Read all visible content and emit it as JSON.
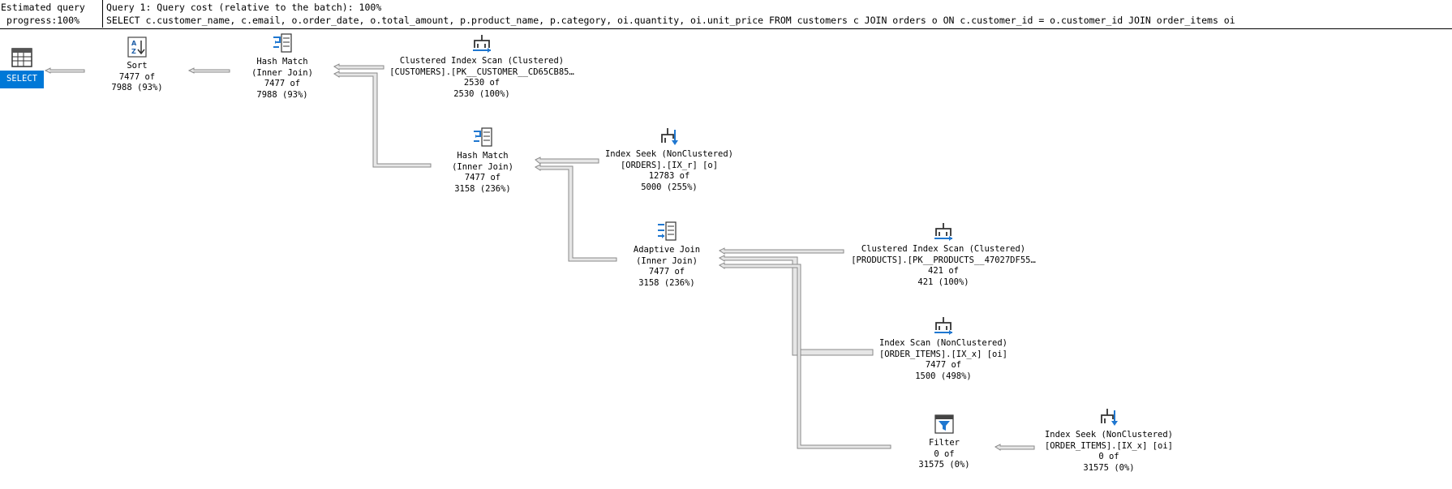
{
  "header": {
    "progress_line1": "Estimated query",
    "progress_line2": "progress:100%",
    "query_cost": "Query 1: Query cost (relative to the batch): 100%",
    "query_text": "SELECT c.customer_name, c.email, o.order_date, o.total_amount, p.product_name, p.category, oi.quantity, oi.unit_price FROM customers c JOIN orders o ON c.customer_id = o.customer_id JOIN order_items oi"
  },
  "colors": {
    "accent": "#0078d7",
    "connector_fill": "#e6e6e6",
    "connector_stroke": "#8a8a8a"
  },
  "nodes": {
    "select": {
      "label": "SELECT",
      "icon": "select-grid-icon"
    },
    "sort": {
      "line1": "Sort",
      "line2": "7477 of",
      "line3": "7988 (93%)",
      "icon": "sort-az-icon"
    },
    "hash_match_1": {
      "line1": "Hash Match",
      "line2": "(Inner Join)",
      "line3": "7477 of",
      "line4": "7988 (93%)",
      "icon": "hash-match-icon"
    },
    "clustered_scan_customers": {
      "line1": "Clustered Index Scan (Clustered)",
      "line2": "[CUSTOMERS].[PK__CUSTOMER__CD65CB85…",
      "line3": "2530 of",
      "line4": "2530 (100%)",
      "icon": "index-scan-icon"
    },
    "hash_match_2": {
      "line1": "Hash Match",
      "line2": "(Inner Join)",
      "line3": "7477 of",
      "line4": "3158 (236%)",
      "icon": "hash-match-icon"
    },
    "index_seek_orders": {
      "line1": "Index Seek (NonClustered)",
      "line2": "[ORDERS].[IX_r] [o]",
      "line3": "12783 of",
      "line4": "5000 (255%)",
      "icon": "index-seek-icon"
    },
    "adaptive_join": {
      "line1": "Adaptive Join",
      "line2": "(Inner Join)",
      "line3": "7477 of",
      "line4": "3158 (236%)",
      "icon": "adaptive-join-icon"
    },
    "clustered_scan_products": {
      "line1": "Clustered Index Scan (Clustered)",
      "line2": "[PRODUCTS].[PK__PRODUCTS__47027DF55…",
      "line3": "421 of",
      "line4": "421 (100%)",
      "icon": "index-scan-icon"
    },
    "index_scan_order_items": {
      "line1": "Index Scan (NonClustered)",
      "line2": "[ORDER_ITEMS].[IX_x] [oi]",
      "line3": "7477 of",
      "line4": "1500 (498%)",
      "icon": "index-scan-icon"
    },
    "filter": {
      "line1": "Filter",
      "line2": "0 of",
      "line3": "31575 (0%)",
      "icon": "filter-funnel-icon"
    },
    "index_seek_order_items": {
      "line1": "Index Seek (NonClustered)",
      "line2": "[ORDER_ITEMS].[IX_x] [oi]",
      "line3": "0 of",
      "line4": "31575 (0%)",
      "icon": "index-seek-icon"
    }
  }
}
